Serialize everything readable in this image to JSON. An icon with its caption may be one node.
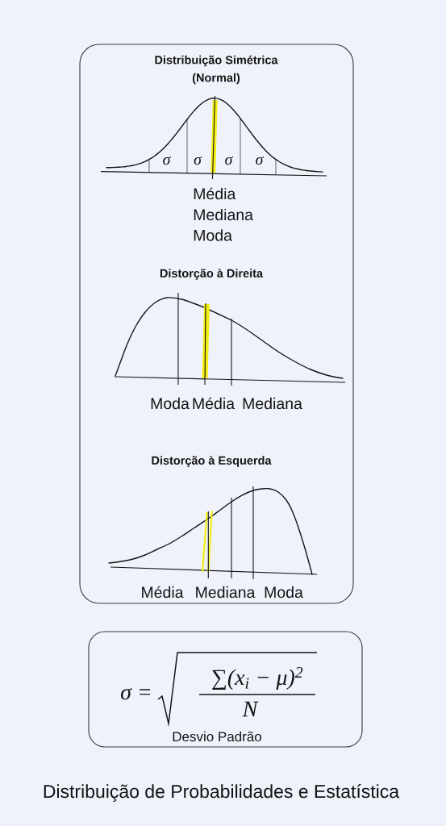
{
  "diagram": {
    "caption": "Distribuição de Probabilidades e Estatística",
    "nodes": [
      {
        "text": [
          "Distribuição Simétrica (Normal)",
          "Distorção à Direita",
          "Distorção à Esquerda"
        ]
      },
      {
        "text": [
          "σ =",
          "∑(x$_{i}$ − μ)$^{2}$",
          "N",
          "Desvio Padrão"
        ]
      }
    ],
    "labels": [
      "σ",
      "σ",
      "σ",
      "σ",
      "Média",
      "Mediana",
      "Moda",
      "Moda",
      "Média",
      "Mediana",
      "Média",
      "Mediana",
      "Moda"
    ]
  }
}
